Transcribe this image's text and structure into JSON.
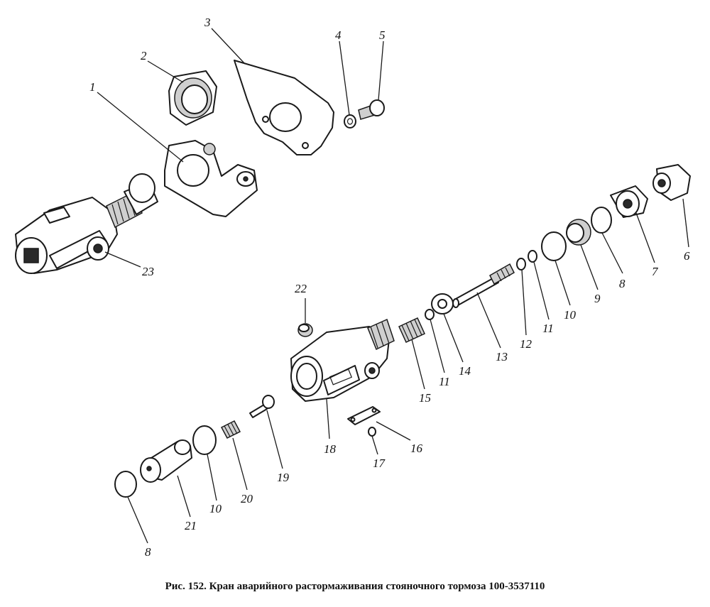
{
  "caption": "Рис. 152. Кран аварийного растормаживания стояночного тормоза 100-3537110",
  "parts": [
    {
      "id": "p1",
      "label": "1"
    },
    {
      "id": "p2",
      "label": "2"
    },
    {
      "id": "p3",
      "label": "3"
    },
    {
      "id": "p4",
      "label": "4"
    },
    {
      "id": "p5",
      "label": "5"
    },
    {
      "id": "p6",
      "label": "6"
    },
    {
      "id": "p7",
      "label": "7"
    },
    {
      "id": "p8a",
      "label": "8"
    },
    {
      "id": "p8b",
      "label": "8"
    },
    {
      "id": "p9",
      "label": "9"
    },
    {
      "id": "p10a",
      "label": "10"
    },
    {
      "id": "p10b",
      "label": "10"
    },
    {
      "id": "p11a",
      "label": "11"
    },
    {
      "id": "p11b",
      "label": "11"
    },
    {
      "id": "p12",
      "label": "12"
    },
    {
      "id": "p13",
      "label": "13"
    },
    {
      "id": "p14",
      "label": "14"
    },
    {
      "id": "p15",
      "label": "15"
    },
    {
      "id": "p16",
      "label": "16"
    },
    {
      "id": "p17",
      "label": "17"
    },
    {
      "id": "p18",
      "label": "18"
    },
    {
      "id": "p19",
      "label": "19"
    },
    {
      "id": "p20",
      "label": "20"
    },
    {
      "id": "p21",
      "label": "21"
    },
    {
      "id": "p22",
      "label": "22"
    },
    {
      "id": "p23",
      "label": "23"
    }
  ]
}
